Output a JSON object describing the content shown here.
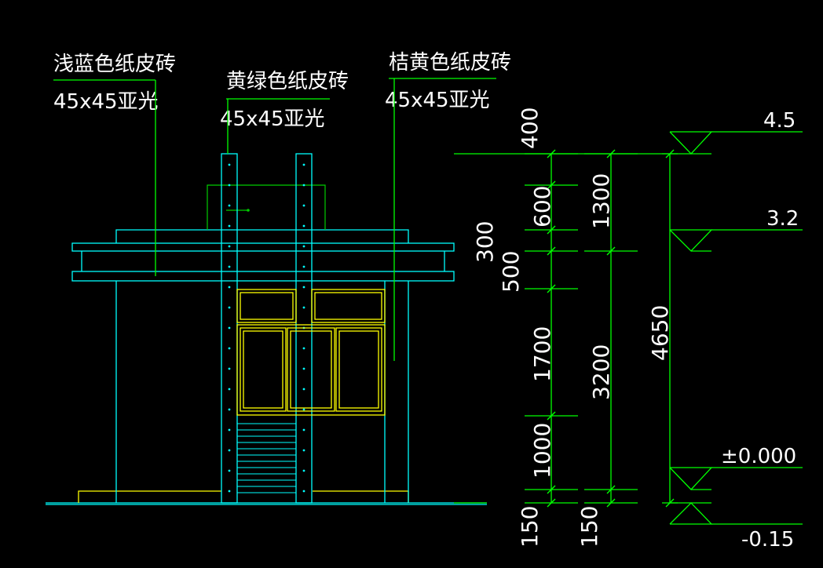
{
  "notes": {
    "left": {
      "name": "浅蓝色纸皮砖",
      "spec": "45x45亚光"
    },
    "middle": {
      "name": "黄绿色纸皮砖",
      "spec": "45x45亚光"
    },
    "right": {
      "name": "桔黄色纸皮砖",
      "spec": "45x45亚光"
    }
  },
  "dimensions": {
    "col1": [
      "400",
      "600",
      "300",
      "500",
      "1700",
      "1000",
      "150"
    ],
    "col2": [
      "1300",
      "3200",
      "150"
    ],
    "col3": [
      "4650"
    ]
  },
  "elevations": [
    "4.5",
    "3.2",
    "±0.000",
    "-0.15"
  ],
  "colors": {
    "background": "#000000",
    "outline": "#00ffff",
    "dimension": "#00ff00",
    "window": "#ffff00",
    "text": "#ffffff"
  }
}
